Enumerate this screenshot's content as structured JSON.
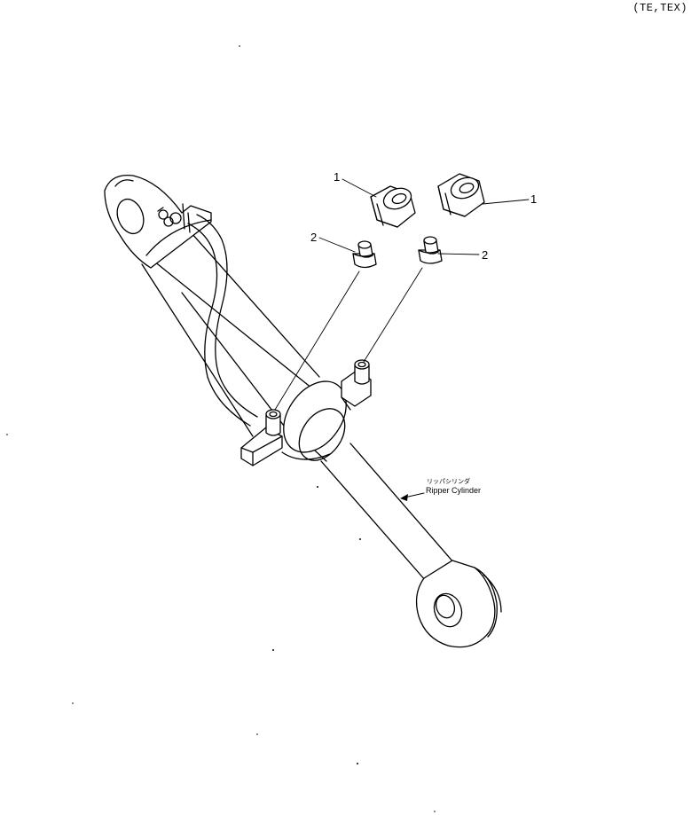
{
  "header": {
    "model_code": "(TE,TEX)"
  },
  "callouts": [
    {
      "number": "1"
    },
    {
      "number": "1"
    },
    {
      "number": "2"
    },
    {
      "number": "2"
    }
  ],
  "labels": {
    "cylinder_jp": "リッパシリンダ",
    "cylinder_en": "Ripper Cylinder"
  },
  "icons": {
    "nut": "hex-nut-icon",
    "fitting": "grease-fitting-icon",
    "cylinder": "hydraulic-cylinder-drawing"
  }
}
